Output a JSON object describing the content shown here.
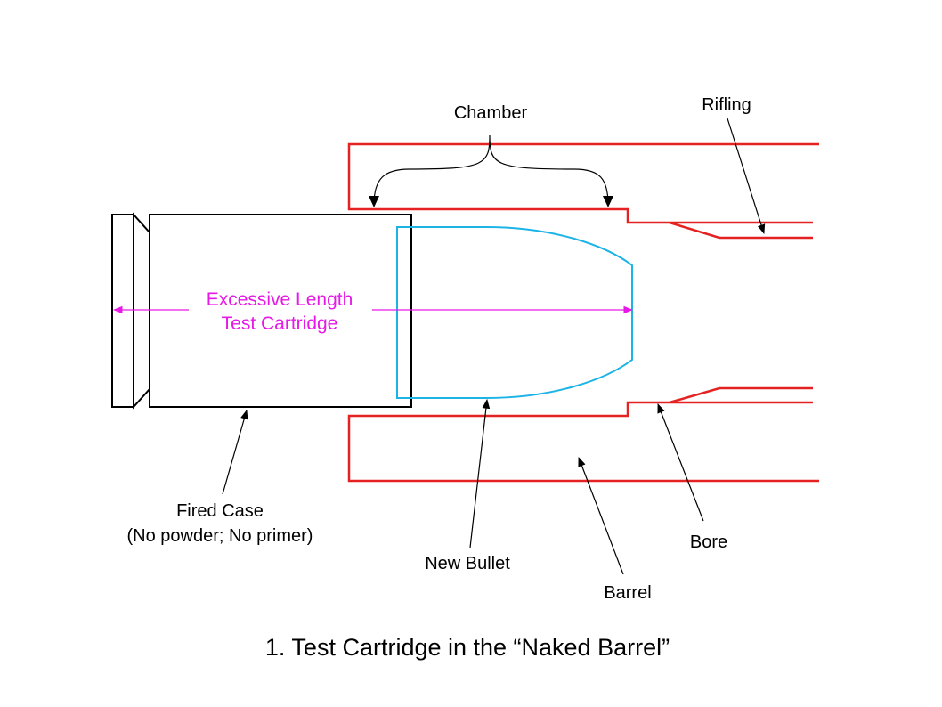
{
  "colors": {
    "barrel": "#e52222",
    "bullet": "#1cb3e6",
    "case": "#000000",
    "dimension": "#e619e6",
    "leader": "#000000"
  },
  "labels": {
    "chamber": "Chamber",
    "rifling": "Rifling",
    "test_cartridge_line1": "Excessive Length",
    "test_cartridge_line2": "Test Cartridge",
    "fired_case_line1": "Fired Case",
    "fired_case_line2": "(No powder; No primer)",
    "new_bullet": "New Bullet",
    "bore": "Bore",
    "barrel": "Barrel"
  },
  "caption": "1. Test Cartridge in the “Naked Barrel”"
}
